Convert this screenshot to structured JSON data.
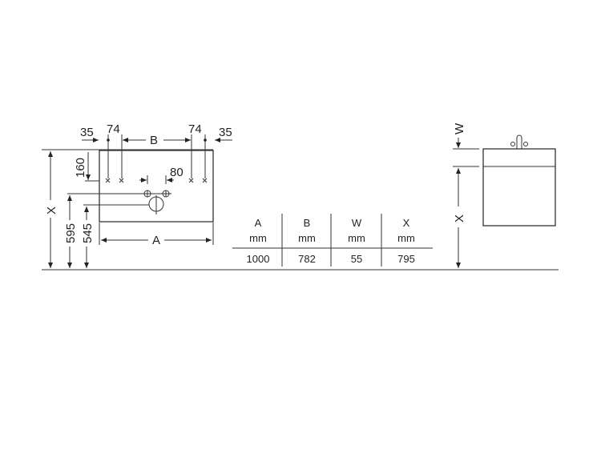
{
  "front_view": {
    "labels": {
      "left_35": "35",
      "left_74": "74",
      "b": "B",
      "right_74": "74",
      "right_35": "35",
      "d160": "160",
      "d80": "80",
      "x": "X",
      "d595": "595",
      "d545": "545",
      "a": "A"
    }
  },
  "side_view": {
    "labels": {
      "w": "W",
      "x": "X"
    }
  },
  "table": {
    "headers": [
      "A",
      "B",
      "W",
      "X"
    ],
    "units": [
      "mm",
      "mm",
      "mm",
      "mm"
    ],
    "values": [
      "1000",
      "782",
      "55",
      "795"
    ]
  }
}
